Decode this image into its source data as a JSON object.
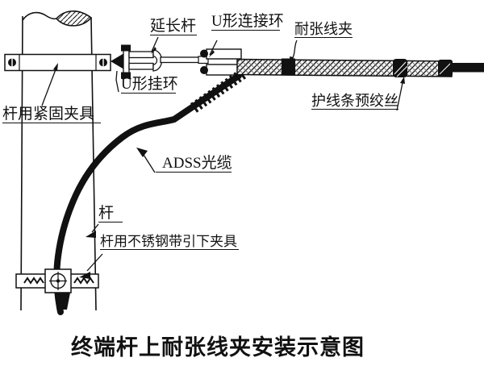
{
  "diagram": {
    "title": "终端杆上耐张线夹安装示意图",
    "labels": {
      "extension_rod": "延长杆",
      "u_connecting_ring": "U形连接环",
      "tension_clamp": "耐张线夹",
      "u_hanging_ring": "U形挂环",
      "pole_fastening_clamp": "杆用紧固夹具",
      "protective_armor_rods": "护线条预绞丝",
      "adss_cable": "ADSS光缆",
      "pole": "杆",
      "stainless_band_downlead_clamp": "杆用不锈钢带引下夹具"
    },
    "colors": {
      "line": "#111111",
      "background": "#ffffff"
    }
  }
}
